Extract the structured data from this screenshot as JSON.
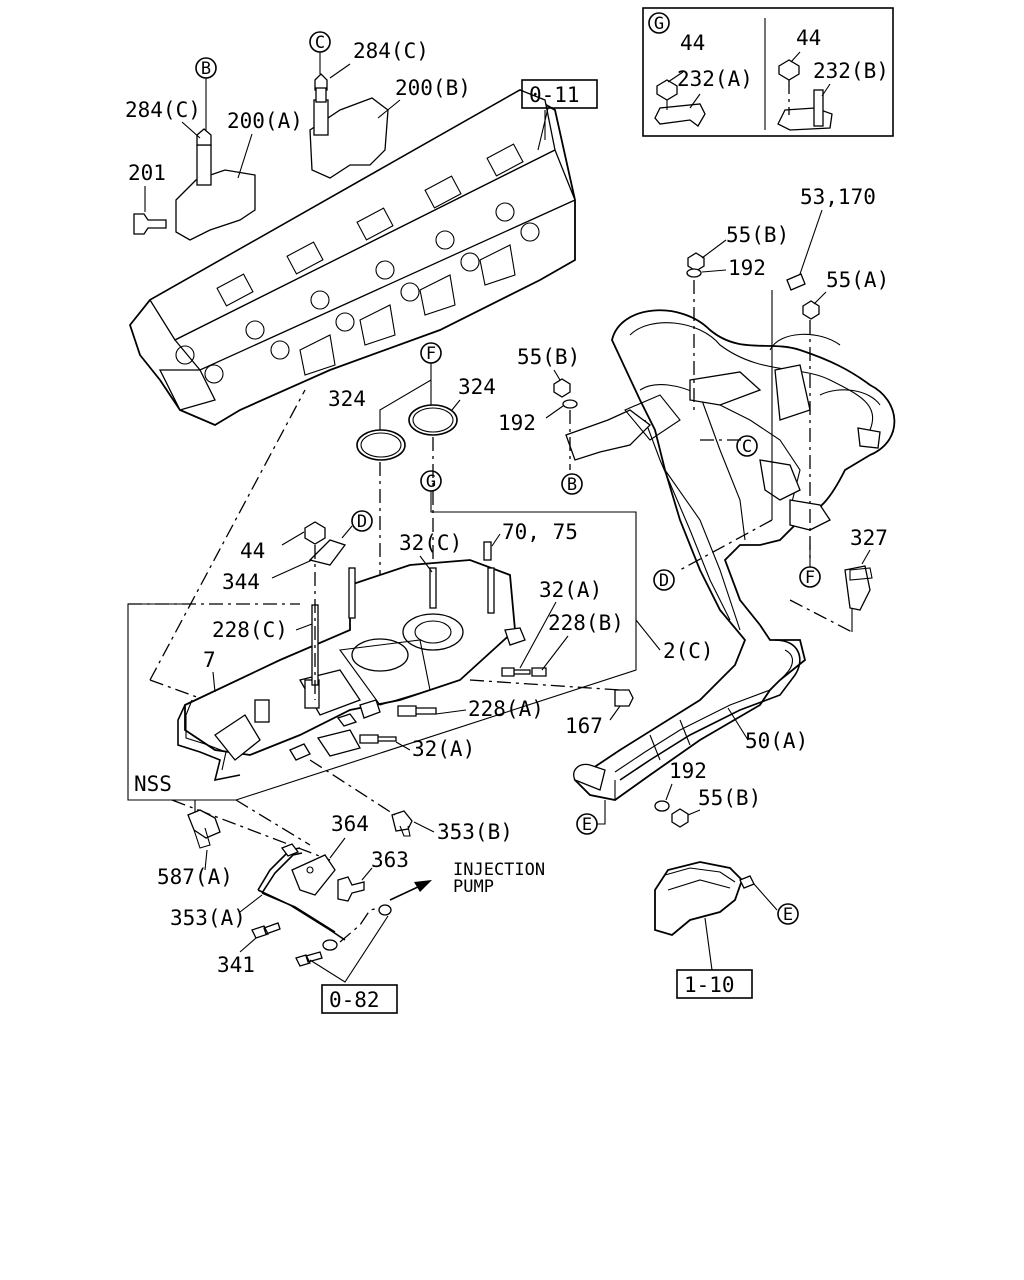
{
  "diagram": {
    "callouts": {
      "B_top": "B",
      "C_top": "C",
      "F": "F",
      "G": "G",
      "D": "D",
      "C_mid": "C",
      "B_mid": "B",
      "D_low": "D",
      "F_low": "F",
      "E_low": "E",
      "E_right": "E",
      "G_box": "G"
    },
    "labels": {
      "p284c_top": "284(C)",
      "p284c_left": "284(C)",
      "p200b": "200(B)",
      "p200a": "200(A)",
      "p201": "201",
      "ref_0_11": "0-11",
      "g44_a": "44",
      "g232a": "232(A)",
      "g44_b": "44",
      "g232b": "232(B)",
      "p53_170": "53,170",
      "p55b_top": "55(B)",
      "p192_top": "192",
      "p55a": "55(A)",
      "p55b_mid": "55(B)",
      "p192_mid": "192",
      "p324_a": "324",
      "p324_b": "324",
      "p327": "327",
      "p44": "44",
      "p344": "344",
      "p32c": "32(C)",
      "p70_75": "70, 75",
      "p32a_top": "32(A)",
      "p228c": "228(C)",
      "p228b": "228(B)",
      "p7": "7",
      "p2c": "2(C)",
      "p228a": "228(A)",
      "p167": "167",
      "p32a_low": "32(A)",
      "p50a": "50(A)",
      "nss": "NSS",
      "p192_low": "192",
      "p55b_low": "55(B)",
      "p364": "364",
      "p353b": "353(B)",
      "p363": "363",
      "injection_1": "INJECTION",
      "injection_2": "PUMP",
      "p587a": "587(A)",
      "p353a": "353(A)",
      "p341": "341",
      "ref_0_82": "0-82",
      "ref_1_10": "1-10"
    }
  }
}
